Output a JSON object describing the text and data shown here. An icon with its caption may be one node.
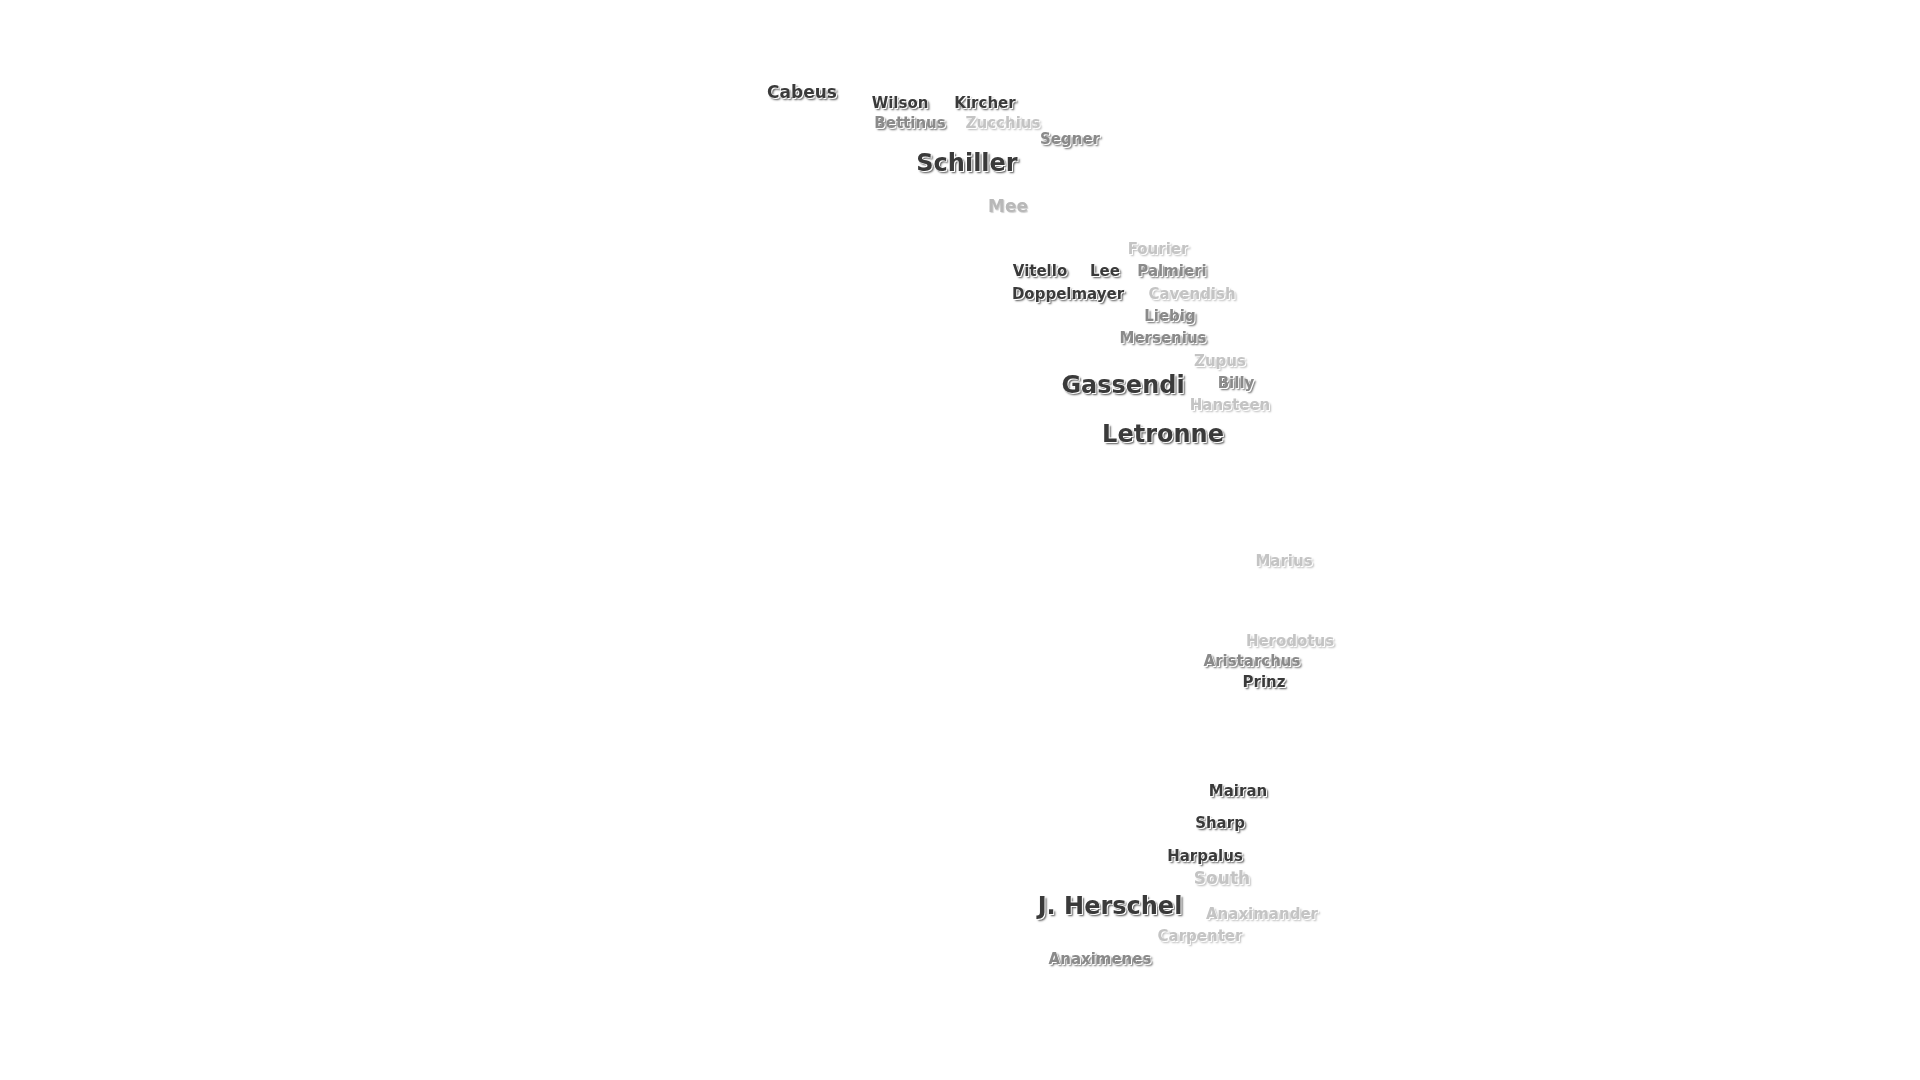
{
  "diagram": {
    "labels": [
      "Cabeus",
      "Wilson",
      "Kircher",
      "Bettinus",
      "Zucchius",
      "Segner",
      "Schiller",
      "Mee",
      "Fourier",
      "Vitello",
      "Lee",
      "Palmieri",
      "Doppelmayer",
      "Cavendish",
      "Liebig",
      "Mersenius",
      "Zupus",
      "Gassendi",
      "Billy",
      "Hansteen",
      "Letronne",
      "Marius",
      "Herodotus",
      "Aristarchus",
      "Prinz",
      "Mairan",
      "Sharp",
      "Harpalus",
      "South",
      "J. Herschel",
      "Anaximander",
      "Carpenter",
      "Anaximenes"
    ]
  }
}
